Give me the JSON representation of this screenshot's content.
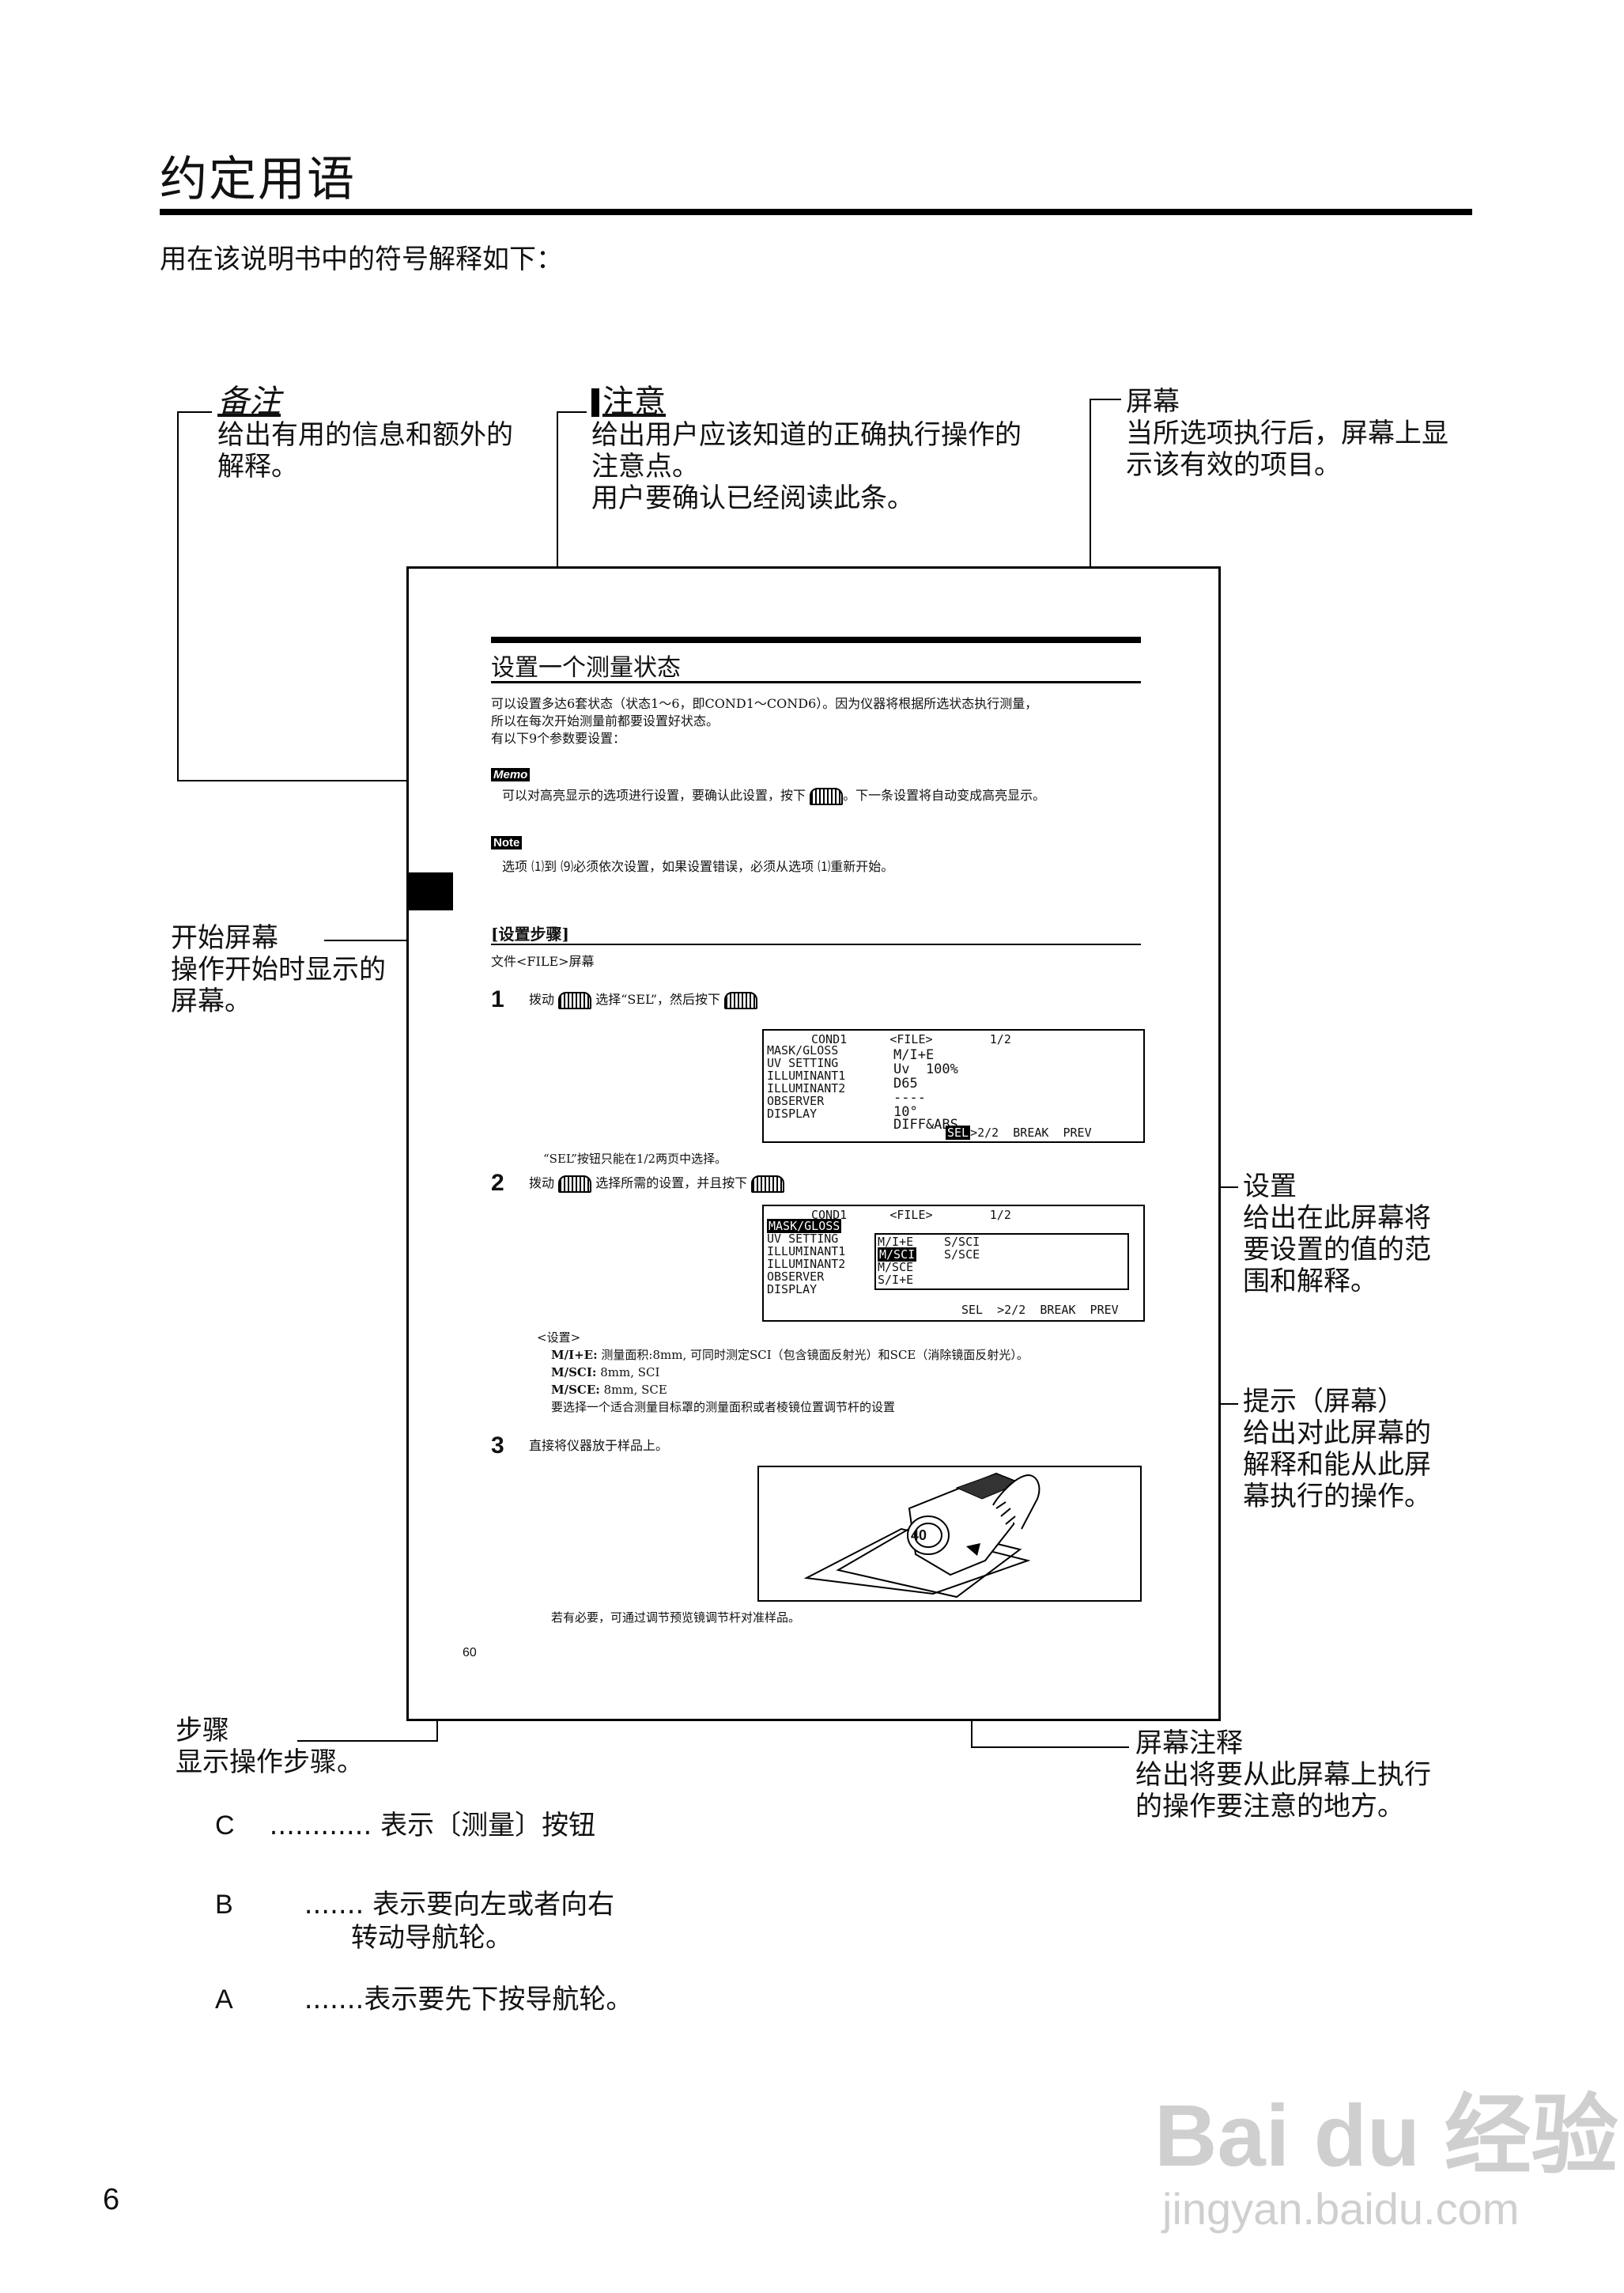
{
  "header": {
    "title": "约定用语",
    "intro": "用在该说明书中的符号解释如下："
  },
  "callouts": {
    "memo": {
      "tag": "备注",
      "line1": "给出有用的信息和额外的",
      "line2": "解释。"
    },
    "note": {
      "tag": "注意",
      "line1": "给出用户应该知道的正确执行操作的",
      "line2": "注意点。",
      "line3": "用户要确认已经阅读此条。"
    },
    "screen": {
      "title": "屏幕",
      "line1": "当所选项执行后，屏幕上显",
      "line2": "示该有效的项目。"
    },
    "start_screen": {
      "title": "开始屏幕",
      "line1": "操作开始时显示的",
      "line2": "屏幕。"
    },
    "setting": {
      "title": "设置",
      "line1": "给出在此屏幕将",
      "line2": "要设置的值的范",
      "line3": "围和解释。"
    },
    "hint": {
      "title": "提示（屏幕）",
      "line1": "给出对此屏幕的",
      "line2": "解释和能从此屏",
      "line3": "幕执行的操作。"
    },
    "step": {
      "title": "步骤",
      "line1": "显示操作步骤。"
    },
    "screen_note": {
      "title": "屏幕注释",
      "line1": "给出将要从此屏幕上执行",
      "line2": "的操作要注意的地方。"
    }
  },
  "legend": [
    {
      "key": "C",
      "dots": "............",
      "text": "表示〔测量〕按钮"
    },
    {
      "key": "B",
      "dots": ".......",
      "text": "表示要向左或者向右",
      "text2": "转动导航轮。"
    },
    {
      "key": "A",
      "dots": ".......",
      "text": "表示要先下按导航轮。"
    }
  ],
  "page_number": "6",
  "watermark": {
    "brand": "Bai du 经验",
    "url": "jingyan.baidu.com"
  },
  "sample_page": {
    "title": "设置一个测量状态",
    "para1": "可以设置多达6套状态（状态1～6，即COND1～COND6）。因为仪器将根据所选状态执行测量，",
    "para2": "所以在每次开始测量前都要设置好状态。",
    "para3": "有以下9个参数要设置：",
    "memo_icon": "Memo",
    "memo_text": "可以对高亮显示的选项进行设置，要确认此设置，按下",
    "memo_text2": "。下一条设置将自动变成高亮显示。",
    "note_icon": "Note",
    "note_text": "选项 ⑴到 ⑼必须依次设置，如果设置错误，必须从选项 ⑴重新开始。",
    "section": "[设置步骤]",
    "file_screen": "文件<FILE>屏幕",
    "step1_num": "1",
    "step1_a": "拨动",
    "step1_b": "选择“SEL”，然后按下",
    "step1_note": "“SEL”按钮只能在1/2两页中选择。",
    "screen1": {
      "header": "COND1      <FILE>        1/2",
      "left": [
        "MASK/GLOSS",
        "UV SETTING",
        "ILLUMINANT1",
        "ILLUMINANT2",
        "OBSERVER",
        "DISPLAY"
      ],
      "right": [
        "M/I+E",
        "Uv  100%",
        "D65",
        "----",
        "10°",
        "DIFF&ABS"
      ],
      "footer_sel": "SEL",
      "footer_rest": ">2/2  BREAK  PREV"
    },
    "step2_num": "2",
    "step2_a": "拨动",
    "step2_b": "选择所需的设置，并且按下",
    "screen2": {
      "header": "COND1      <FILE>        1/2",
      "left": [
        "MASK/GLOSS",
        "UV SETTING",
        "ILLUMINANT1",
        "ILLUMINANT2",
        "OBSERVER",
        "DISPLAY"
      ],
      "options_left": [
        "M/I+E",
        "M/SCI",
        "M/SCE",
        "S/I+E"
      ],
      "options_right": [
        "S/SCI",
        "S/SCE"
      ],
      "footer": "SEL  >2/2  BREAK  PREV"
    },
    "settings_head": "<设置>",
    "settings": [
      {
        "k": "M/I+E:",
        "v": "测量面积:8mm, 可同时测定SCI（包含镜面反射光）和SCE（消除镜面反射光）。"
      },
      {
        "k": "M/SCI:",
        "v": "8mm, SCI"
      },
      {
        "k": "M/SCE:",
        "v": "8mm, SCE"
      }
    ],
    "settings_tip": "要选择一个适合测量目标罩的测量面积或者棱镜位置调节杆的设置",
    "step3_num": "3",
    "step3_text": "直接将仪器放于样品上。",
    "photo_label": "40",
    "photo_caption": "若有必要，可通过调节预览镜调节杆对准样品。",
    "page_num": "60"
  }
}
